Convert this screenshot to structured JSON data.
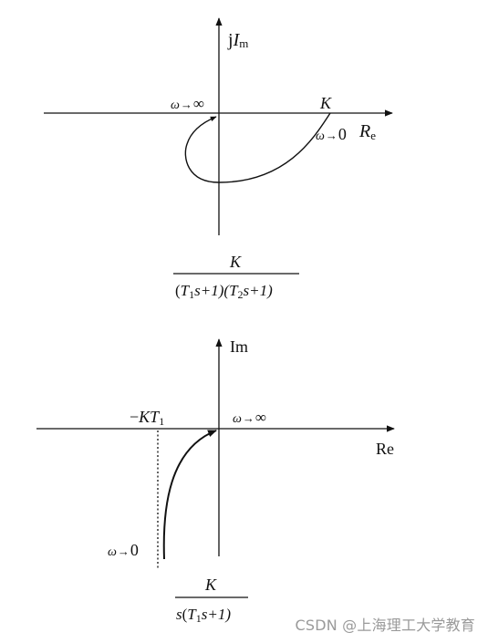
{
  "diagram1": {
    "imag_axis": {
      "prefix": "j",
      "main": "I",
      "sub": "m"
    },
    "real_axis": {
      "main": "R",
      "sub": "e"
    },
    "k_label": "K",
    "omega_inf": {
      "omega": "ω",
      "arrow": "→",
      "inf": "∞"
    },
    "omega_zero": {
      "omega": "ω",
      "arrow": "→",
      "zero": "0"
    },
    "transfer_function": {
      "numerator": "K",
      "denominator": {
        "p1": "(",
        "T": "T",
        "s1": "1",
        "m1": "s+1)(",
        "T2": "T",
        "s2": "2",
        "m2": "s+1)"
      }
    }
  },
  "diagram2": {
    "imag_axis": "Im",
    "real_axis": "Re",
    "asymptote": {
      "minus": "−",
      "K": "K",
      "T": "T",
      "sub": "1"
    },
    "omega_inf": {
      "omega": "ω",
      "arrow": "→",
      "inf": "∞"
    },
    "omega_zero": {
      "omega": "ω",
      "arrow": "→",
      "zero": "0"
    },
    "transfer_function": {
      "numerator": "K",
      "denominator": {
        "s": "s",
        "p": "(",
        "T": "T",
        "sub": "1",
        "tail": "s+1)"
      }
    }
  },
  "watermark": "CSDN @上海理工大学教育",
  "colors": {
    "ink": "#111111",
    "watermark": "#9a9a9a",
    "background": "#ffffff"
  }
}
